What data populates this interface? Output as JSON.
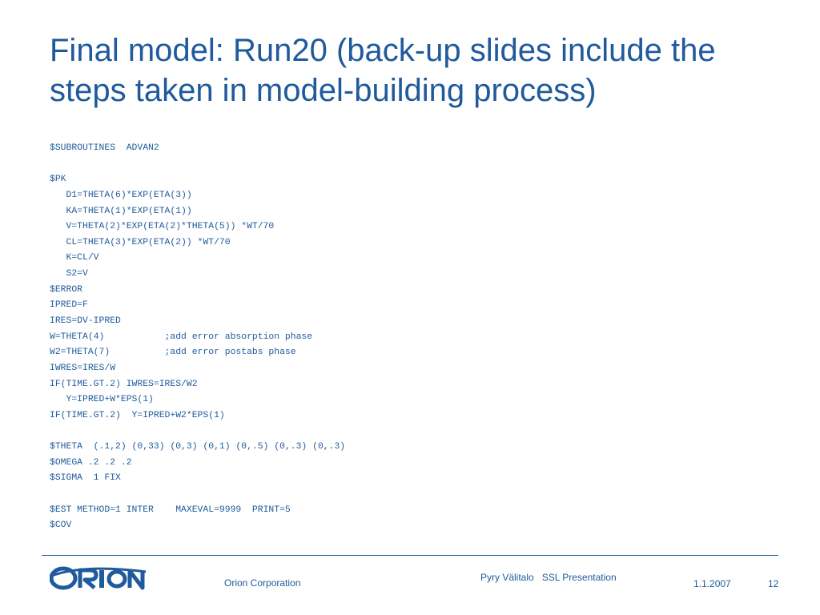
{
  "slide": {
    "title": "Final model: Run20 (back-up slides include the steps taken in model-building process)",
    "code_lines": [
      "$SUBROUTINES  ADVAN2",
      "",
      "$PK",
      "   D1=THETA(6)*EXP(ETA(3))",
      "   KA=THETA(1)*EXP(ETA(1))",
      "   V=THETA(2)*EXP(ETA(2)*THETA(5)) *WT/70",
      "   CL=THETA(3)*EXP(ETA(2)) *WT/70",
      "   K=CL/V",
      "   S2=V",
      "$ERROR",
      "IPRED=F",
      "IRES=DV-IPRED",
      "W=THETA(4)           ;add error absorption phase",
      "W2=THETA(7)          ;add error postabs phase",
      "IWRES=IRES/W",
      "IF(TIME.GT.2) IWRES=IRES/W2",
      "   Y=IPRED+W*EPS(1)",
      "IF(TIME.GT.2)  Y=IPRED+W2*EPS(1)",
      "",
      "$THETA  (.1,2) (0,33) (0,3) (0,1) (0,.5) (0,.3) (0,.3)",
      "$OMEGA .2 .2 .2",
      "$SIGMA  1 FIX",
      "",
      "$EST METHOD=1 INTER    MAXEVAL=9999  PRINT=5",
      "$COV"
    ]
  },
  "footer": {
    "logo_text": "ORION",
    "company": "Orion Corporation",
    "author": "Pyry Välitalo   SSL Presentation",
    "date": "1.1.2007",
    "page": "12"
  },
  "colors": {
    "accent": "#1f5a9c"
  }
}
